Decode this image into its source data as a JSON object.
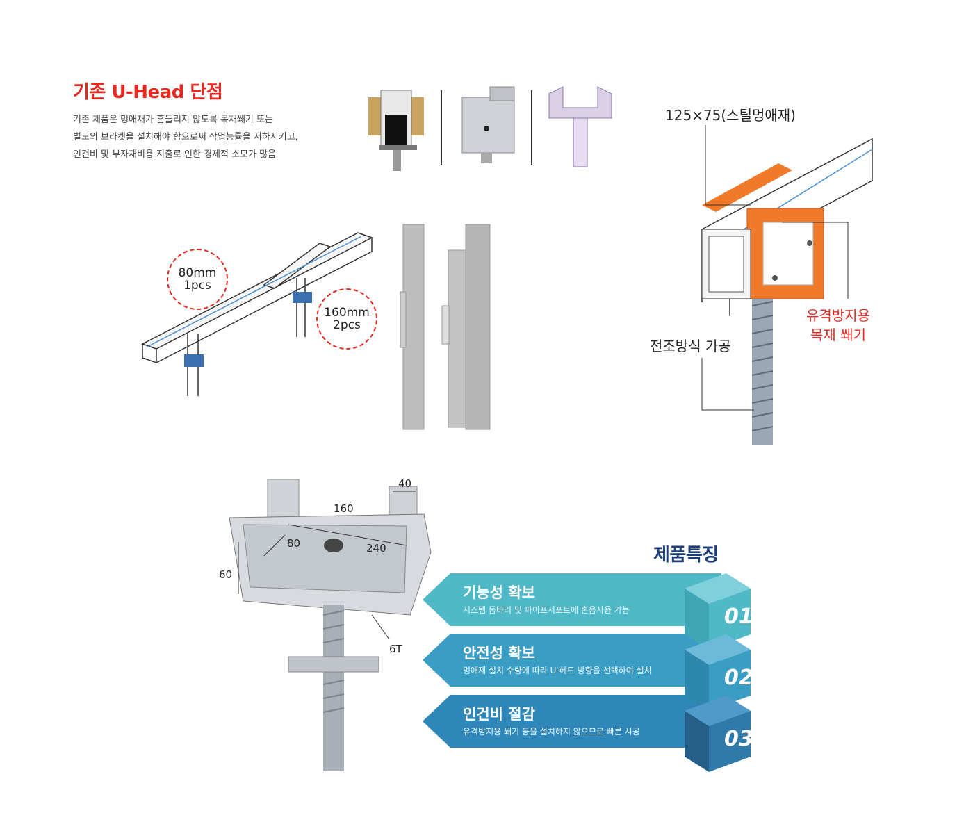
{
  "header": {
    "title": "기존 U-Head 단점",
    "description": [
      "기존 제품은 멍애재가 흔들리지 않도록 목재쐐기 또는",
      "별도의 브라켓을 설치해야 함으로써 작업능률을 저하시키고,",
      "인건비 및 부자재비용 지출로 인한 경제적 소모가 많음"
    ]
  },
  "callouts": {
    "beam": "125×75(스틸멍애재)",
    "wedge_line1": "유격방지용",
    "wedge_line2": "목재 쐐기",
    "rolled": "전조방식 가공"
  },
  "badges": {
    "first": {
      "size": "80mm",
      "qty": "1pcs"
    },
    "second": {
      "size": "160mm",
      "qty": "2pcs"
    }
  },
  "dimensions": {
    "d40": "40",
    "d160": "160",
    "d80": "80",
    "d240": "240",
    "d60": "60",
    "d6t": "6T"
  },
  "features": {
    "title": "제품특징",
    "items": [
      {
        "heading": "기능성 확보",
        "sub": "시스템 동바리 및 파이프서포트에 혼용사용 가능",
        "num": "01"
      },
      {
        "heading": "안전성 확보",
        "sub": "멍애재 설치 수량에 따라 U-헤드 방향을 선택하여 설치",
        "num": "02"
      },
      {
        "heading": "인건비 절감",
        "sub": "유격방지용 쐐기 등을 설치하지 않으므로 빠른 시공",
        "num": "03"
      }
    ]
  },
  "colors": {
    "red": "#e8281f",
    "navy": "#1d3f79",
    "teal1": "#4fb9c7",
    "teal2": "#3a9dc4",
    "teal3": "#2f86b8",
    "orange": "#f07a2a"
  }
}
